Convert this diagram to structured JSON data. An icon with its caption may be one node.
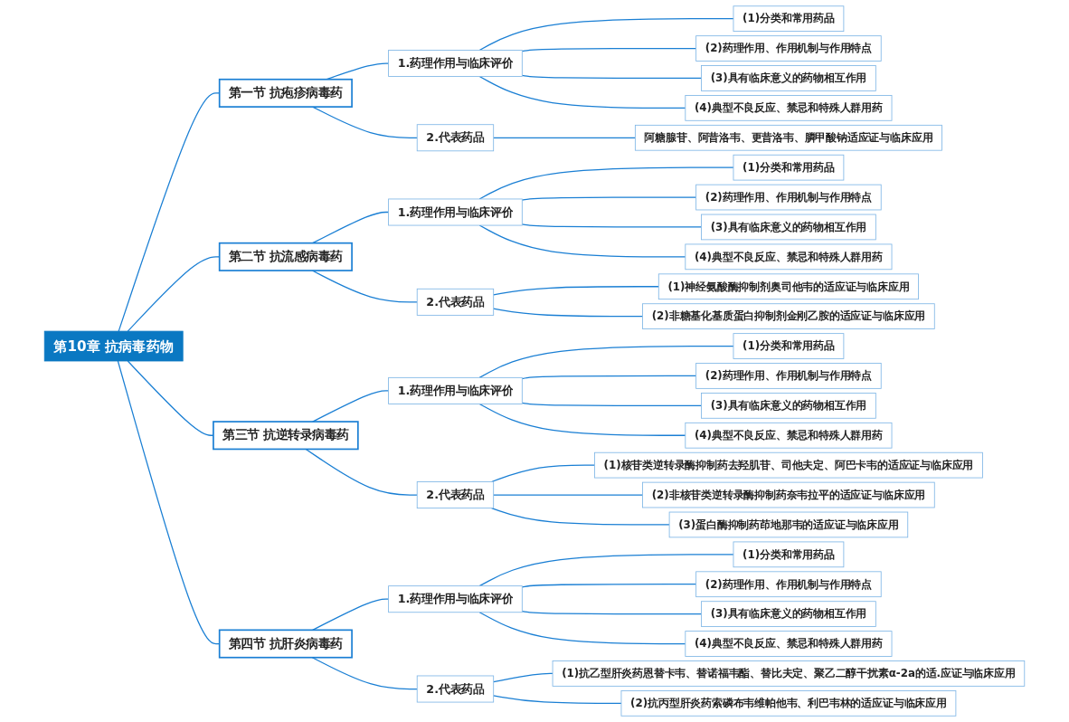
{
  "diagram": {
    "nodes": [
      {
        "text": [
          "第10章 抗病毒药物"
        ]
      },
      {
        "text": [
          "第一节 抗疱疹病毒药"
        ]
      },
      {
        "text": [
          "1.药理作用与临床评价"
        ]
      },
      {
        "text": [
          "(1)分类和常用药品"
        ]
      },
      {
        "text": [
          "(2)药理作用、作用机制与作用特点"
        ]
      },
      {
        "text": [
          "(3)具有临床意义的药物相互作用"
        ]
      },
      {
        "text": [
          "(4)典型不良反应、禁忌和特殊人群用药"
        ]
      },
      {
        "text": [
          "2.代表药品"
        ]
      },
      {
        "text": [
          "阿糖腺苷、阿昔洛韦、更昔洛韦、膦甲酸钠适应证与临床应用"
        ]
      },
      {
        "text": [
          "第二节 抗流感病毒药"
        ]
      },
      {
        "text": [
          "1.药理作用与临床评价"
        ]
      },
      {
        "text": [
          "(1)分类和常用药品"
        ]
      },
      {
        "text": [
          "(2)药理作用、作用机制与作用特点"
        ]
      },
      {
        "text": [
          "(3)具有临床意义的药物相互作用"
        ]
      },
      {
        "text": [
          "(4)典型不良反应、禁忌和特殊人群用药"
        ]
      },
      {
        "text": [
          "2.代表药品"
        ]
      },
      {
        "text": [
          "(1)神经氨酸酶抑制剂奥司他韦的适应证与临床应用"
        ]
      },
      {
        "text": [
          "(2)非糖基化基质蛋白抑制剂金刚乙胺的适应证与临床应用"
        ]
      },
      {
        "text": [
          "第三节 抗逆转录病毒药"
        ]
      },
      {
        "text": [
          "1.药理作用与临床评价"
        ]
      },
      {
        "text": [
          "(1)分类和常用药品"
        ]
      },
      {
        "text": [
          "(2)药理作用、作用机制与作用特点"
        ]
      },
      {
        "text": [
          "(3)具有临床意义的药物相互作用"
        ]
      },
      {
        "text": [
          "(4)典型不良反应、禁忌和特殊人群用药"
        ]
      },
      {
        "text": [
          "2.代表药品"
        ]
      },
      {
        "text": [
          "(1)核苷类逆转录酶抑制药去羟肌苷、司他夫定、阿巴卡韦的适应证与临床应用"
        ]
      },
      {
        "text": [
          "(2)非核苷类逆转录酶抑制药奈韦拉平的适应证与临床应用"
        ]
      },
      {
        "text": [
          "(3)蛋白酶抑制药茚地那韦的适应证与临床应用"
        ]
      },
      {
        "text": [
          "第四节 抗肝炎病毒药"
        ]
      },
      {
        "text": [
          "1.药理作用与临床评价"
        ]
      },
      {
        "text": [
          "(1)分类和常用药品"
        ]
      },
      {
        "text": [
          "(2)药理作用、作用机制与作用特点"
        ]
      },
      {
        "text": [
          "(3)具有临床意义的药物相互作用"
        ]
      },
      {
        "text": [
          "(4)典型不良反应、禁忌和特殊人群用药"
        ]
      },
      {
        "text": [
          "2.代表药品"
        ]
      },
      {
        "text": [
          "(1)抗乙型肝炎药恩替卡韦、替诺福韦酯、替比夫定、聚乙二醇干扰素α-2a的适.应证与临床应用"
        ]
      },
      {
        "text": [
          "(2)抗丙型肝炎药索磷布韦维帕他韦、利巴韦林的适应证与临床应用"
        ]
      }
    ],
    "edges": [
      {
        "from": 0,
        "to": 1,
        "arrow": "none"
      },
      {
        "from": 1,
        "to": 2,
        "arrow": "none"
      },
      {
        "from": 2,
        "to": 3,
        "arrow": "none"
      },
      {
        "from": 2,
        "to": 4,
        "arrow": "none"
      },
      {
        "from": 2,
        "to": 5,
        "arrow": "none"
      },
      {
        "from": 2,
        "to": 6,
        "arrow": "none"
      },
      {
        "from": 1,
        "to": 7,
        "arrow": "none"
      },
      {
        "from": 7,
        "to": 8,
        "arrow": "none"
      },
      {
        "from": 0,
        "to": 9,
        "arrow": "none"
      },
      {
        "from": 9,
        "to": 10,
        "arrow": "none"
      },
      {
        "from": 10,
        "to": 11,
        "arrow": "none"
      },
      {
        "from": 10,
        "to": 12,
        "arrow": "none"
      },
      {
        "from": 10,
        "to": 13,
        "arrow": "none"
      },
      {
        "from": 10,
        "to": 14,
        "arrow": "none"
      },
      {
        "from": 9,
        "to": 15,
        "arrow": "none"
      },
      {
        "from": 15,
        "to": 16,
        "arrow": "none"
      },
      {
        "from": 15,
        "to": 17,
        "arrow": "none"
      },
      {
        "from": 0,
        "to": 18,
        "arrow": "none"
      },
      {
        "from": 18,
        "to": 19,
        "arrow": "none"
      },
      {
        "from": 19,
        "to": 20,
        "arrow": "none"
      },
      {
        "from": 19,
        "to": 21,
        "arrow": "none"
      },
      {
        "from": 19,
        "to": 22,
        "arrow": "none"
      },
      {
        "from": 19,
        "to": 23,
        "arrow": "none"
      },
      {
        "from": 18,
        "to": 24,
        "arrow": "none"
      },
      {
        "from": 24,
        "to": 25,
        "arrow": "none"
      },
      {
        "from": 24,
        "to": 26,
        "arrow": "none"
      },
      {
        "from": 24,
        "to": 27,
        "arrow": "none"
      },
      {
        "from": 0,
        "to": 28,
        "arrow": "none"
      },
      {
        "from": 28,
        "to": 29,
        "arrow": "none"
      },
      {
        "from": 29,
        "to": 30,
        "arrow": "none"
      },
      {
        "from": 29,
        "to": 31,
        "arrow": "none"
      },
      {
        "from": 29,
        "to": 32,
        "arrow": "none"
      },
      {
        "from": 29,
        "to": 33,
        "arrow": "none"
      },
      {
        "from": 28,
        "to": 34,
        "arrow": "none"
      },
      {
        "from": 34,
        "to": 35,
        "arrow": "none"
      },
      {
        "from": 34,
        "to": 36,
        "arrow": "none"
      }
    ]
  }
}
